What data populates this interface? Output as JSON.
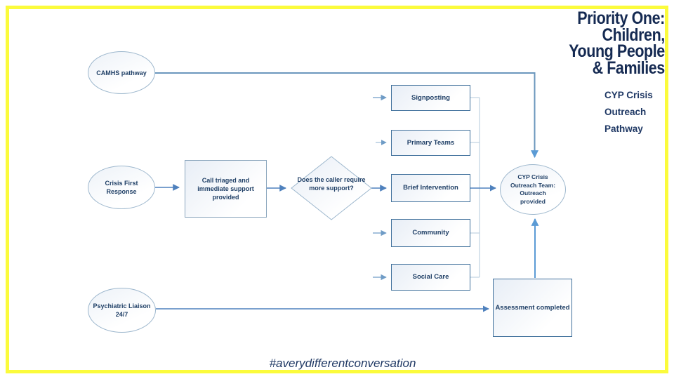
{
  "slide": {
    "title_lines": [
      "Priority One:",
      "Children,",
      "Young People",
      "& Families"
    ],
    "subtitle_lines": [
      "CYP Crisis",
      "Outreach",
      "Pathway"
    ],
    "hashtag": "#averydifferentconversation",
    "colors": {
      "slide_border": "#fbfb3c",
      "title_text": "#152a52",
      "subtitle_text": "#1f3864",
      "hashtag_text": "#1f3864",
      "connector_blue": "#4f81bd",
      "connector_strong": "#6b97bd",
      "connector_light": "#8fb3d4",
      "connector_rail": "#b3c8db",
      "node_border_strong": "#41719c",
      "node_border_light": "#9db7cd",
      "node_text": "#1f3f66"
    }
  },
  "flowchart": {
    "nodes": {
      "camhs": {
        "label": "CAMHS pathway"
      },
      "crisis_first": {
        "lines": [
          "Crisis First",
          "Response"
        ]
      },
      "call_triaged": {
        "lines": [
          "Call triaged and",
          "immediate support",
          "provided"
        ]
      },
      "decision": {
        "lines": [
          "Does the caller require",
          "more support?"
        ]
      },
      "signposting": {
        "label": "Signposting"
      },
      "primary_teams": {
        "label": "Primary Teams"
      },
      "brief_intervention": {
        "label": "Brief Intervention"
      },
      "community": {
        "label": "Community"
      },
      "social_care": {
        "label": "Social Care"
      },
      "cyp_team": {
        "lines": [
          "CYP Crisis",
          "Outreach Team:",
          "Outreach",
          "provided"
        ]
      },
      "psychiatric": {
        "lines": [
          "Psychiatric Liaison",
          "24/7"
        ]
      },
      "assessment": {
        "label": "Assessment completed"
      }
    }
  }
}
